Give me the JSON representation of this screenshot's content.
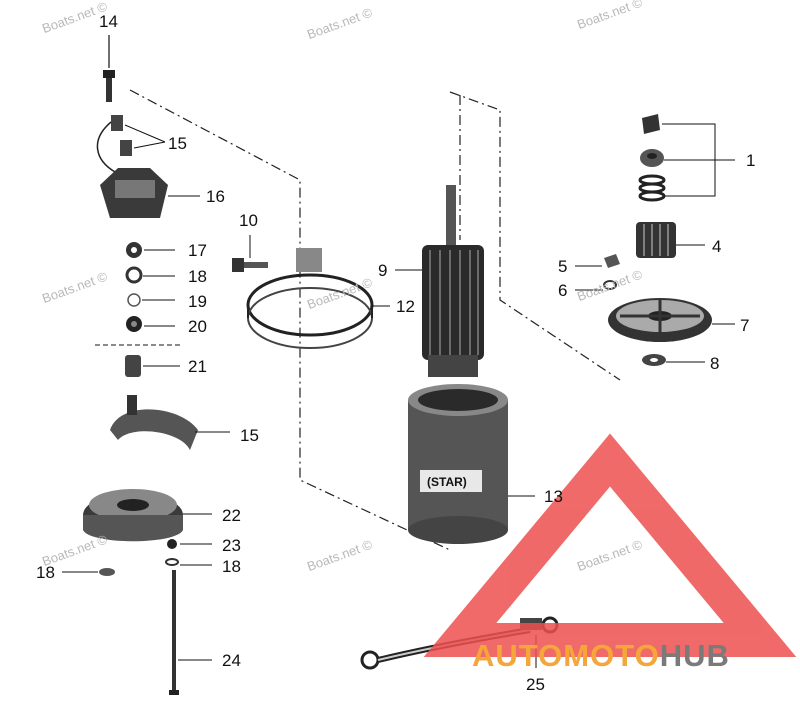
{
  "diagram": {
    "part_labels": [
      {
        "id": "p14",
        "text": "14"
      },
      {
        "id": "p15a",
        "text": "15"
      },
      {
        "id": "p16",
        "text": "16"
      },
      {
        "id": "p17",
        "text": "17"
      },
      {
        "id": "p18a",
        "text": "18"
      },
      {
        "id": "p19",
        "text": "19"
      },
      {
        "id": "p20",
        "text": "20"
      },
      {
        "id": "p21",
        "text": "21"
      },
      {
        "id": "p15b",
        "text": "15"
      },
      {
        "id": "p22",
        "text": "22"
      },
      {
        "id": "p23",
        "text": "23"
      },
      {
        "id": "p18b",
        "text": "18"
      },
      {
        "id": "p18c",
        "text": "18"
      },
      {
        "id": "p24",
        "text": "24"
      },
      {
        "id": "p10",
        "text": "10"
      },
      {
        "id": "p12",
        "text": "12"
      },
      {
        "id": "p9",
        "text": "9"
      },
      {
        "id": "p13",
        "text": "13"
      },
      {
        "id": "p25",
        "text": "25"
      },
      {
        "id": "p1",
        "text": "1"
      },
      {
        "id": "p4",
        "text": "4"
      },
      {
        "id": "p5",
        "text": "5"
      },
      {
        "id": "p6",
        "text": "6"
      },
      {
        "id": "p7",
        "text": "7"
      },
      {
        "id": "p8",
        "text": "8"
      }
    ],
    "housing_text": "(STAR)"
  },
  "watermark": {
    "text": "Boats.net ©"
  },
  "logo": {
    "part_auto": "AUTO",
    "part_moto": "MOTO",
    "part_hub": "HUB",
    "colors": {
      "red": "#e84040",
      "orange": "#f4a63a",
      "gray": "#7a7a7a",
      "triangle": "#ee5050"
    }
  }
}
